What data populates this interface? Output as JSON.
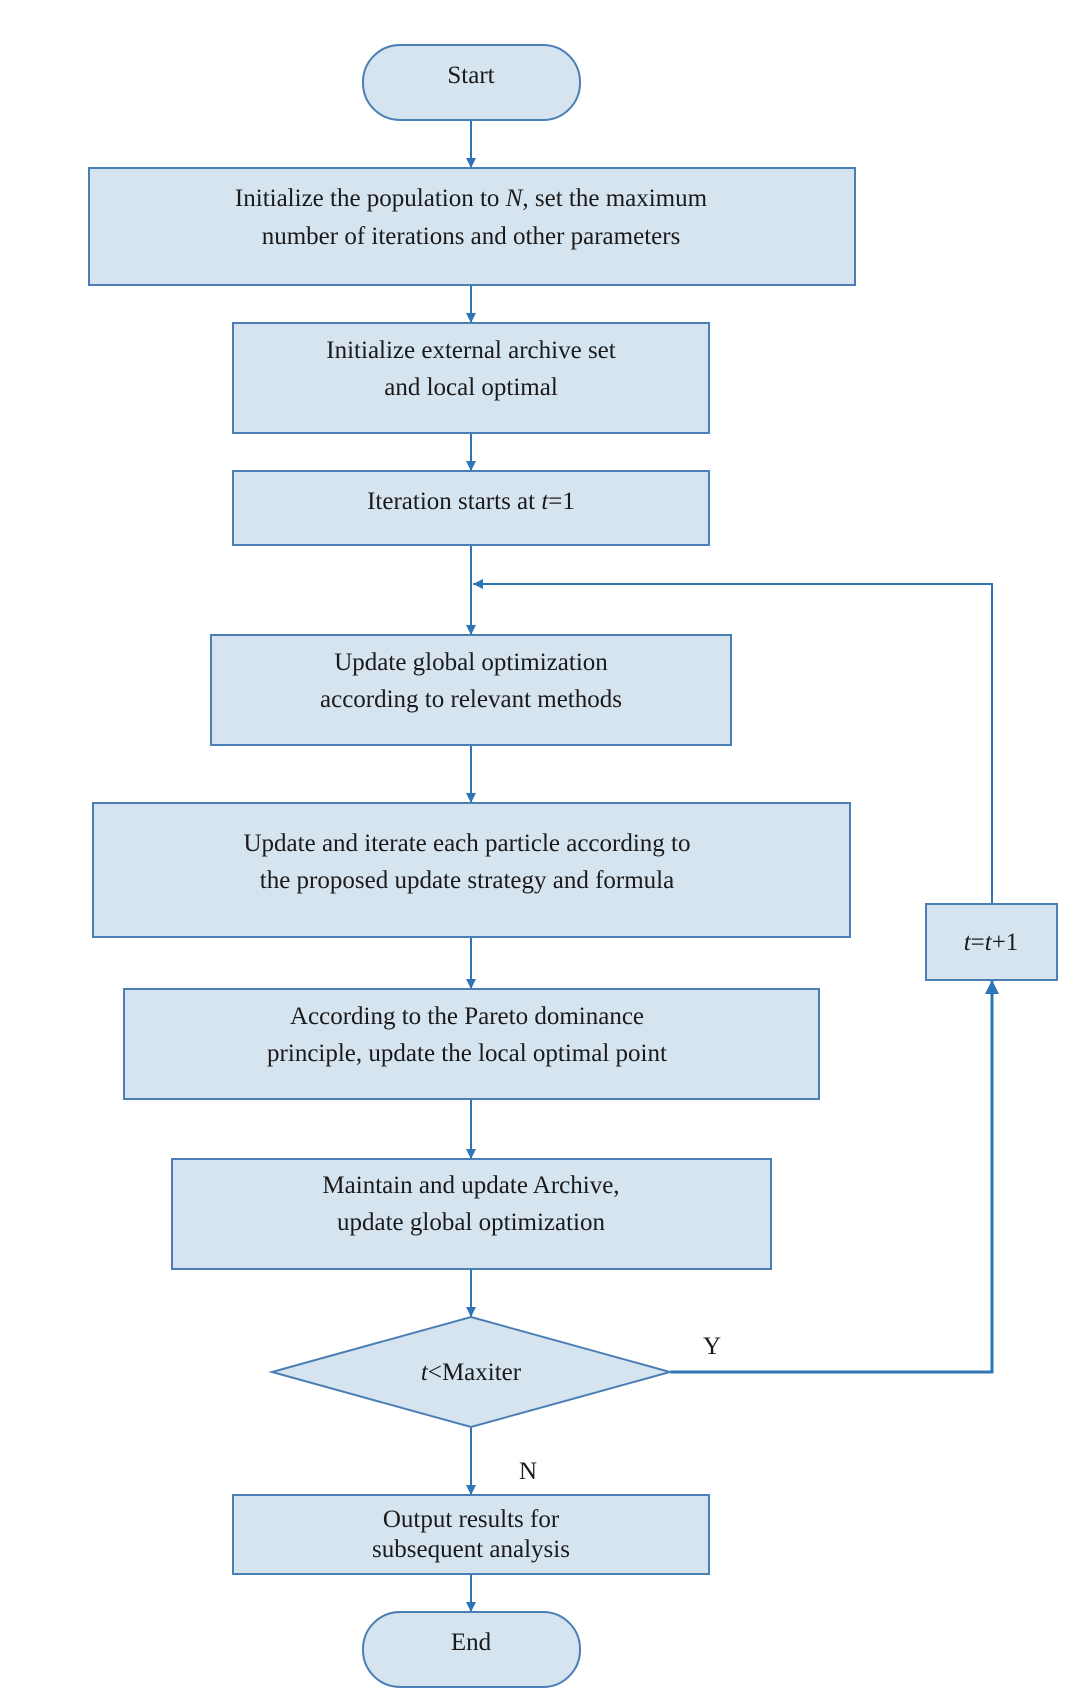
{
  "diagram": {
    "nodes": {
      "start": {
        "lines": [
          "Start"
        ]
      },
      "init_population": {
        "lines": [
          [
            {
              "t": "Initialize the population to "
            },
            {
              "t": "N",
              "i": true
            },
            {
              "t": ", set the maximum"
            }
          ],
          "number of iterations and other parameters"
        ]
      },
      "init_archive": {
        "lines": [
          "Initialize external archive set",
          "and local optimal"
        ]
      },
      "iteration_start": {
        "lines": [
          [
            {
              "t": "Iteration starts at "
            },
            {
              "t": "t",
              "i": true
            },
            {
              "t": "=1"
            }
          ]
        ]
      },
      "update_global": {
        "lines": [
          "Update global optimization",
          "according to relevant methods"
        ]
      },
      "update_particles": {
        "lines": [
          "Update and iterate each particle according to",
          "the proposed update strategy and formula"
        ]
      },
      "update_local": {
        "lines": [
          "According to the Pareto dominance",
          "principle, update the local optimal point"
        ]
      },
      "maintain_archive": {
        "lines": [
          "Maintain and update Archive,",
          "update global optimization"
        ]
      },
      "decision": {
        "lines": [
          [
            {
              "t": "t",
              "i": true
            },
            {
              "t": "<Maxiter"
            }
          ]
        ]
      },
      "output": {
        "lines": [
          "Output results for",
          "subsequent analysis"
        ]
      },
      "end": {
        "lines": [
          "End"
        ]
      },
      "increment": {
        "lines": [
          [
            {
              "t": "t",
              "i": true
            },
            {
              "t": "="
            },
            {
              "t": "t",
              "i": true
            },
            {
              "t": "+1"
            }
          ]
        ]
      }
    },
    "edge_labels": {
      "yes": "Y",
      "no": "N"
    },
    "colors": {
      "node_fill": "#d6e4f0",
      "node_stroke": "#4a7fb5",
      "edge": "#2e75b6",
      "text": "#1a1a1a"
    }
  }
}
